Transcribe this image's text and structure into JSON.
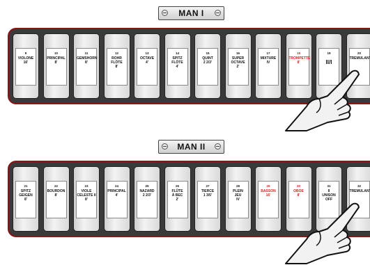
{
  "manual1": {
    "title": "MAN I",
    "tabs": [
      {
        "num": "9",
        "label": "VIOLONE\n16'",
        "red": false
      },
      {
        "num": "10",
        "label": "PRINCIPAL\n8'",
        "red": false
      },
      {
        "num": "11",
        "label": "GEMSHORN\n8'",
        "red": false
      },
      {
        "num": "12",
        "label": "ROHR\nFLÖTE\n8'",
        "red": false
      },
      {
        "num": "13",
        "label": "OCTAVE\n4'",
        "red": false
      },
      {
        "num": "14",
        "label": "SPITZ\nFLÖTE\n4'",
        "red": false
      },
      {
        "num": "15",
        "label": "QUINT\n2 2/3'",
        "red": false
      },
      {
        "num": "16",
        "label": "SUPER\nOCTAVE\n2'",
        "red": false
      },
      {
        "num": "17",
        "label": "MIXTURE\nIV",
        "red": false
      },
      {
        "num": "18",
        "label": "TROMPETTE\n8'",
        "red": true
      },
      {
        "num": "19",
        "label": "II/I",
        "red": false,
        "big": true
      },
      {
        "num": "20",
        "label": "TREMULANT",
        "red": false
      }
    ]
  },
  "manual2": {
    "title": "MAN II",
    "tabs": [
      {
        "num": "21",
        "label": "SPITZ\nGEIGEN\n8'",
        "red": false
      },
      {
        "num": "22",
        "label": "BOURDON\n8'",
        "red": false
      },
      {
        "num": "23",
        "label": "VIOLE\nCELESTE II\n8'",
        "red": false
      },
      {
        "num": "24",
        "label": "PRINCIPAL\n4'",
        "red": false
      },
      {
        "num": "25",
        "label": "NAZARD\n2 2/3'",
        "red": false
      },
      {
        "num": "26",
        "label": "FLÛTE\nÀ BEC\n2'",
        "red": false
      },
      {
        "num": "27",
        "label": "TIERCE\n1 3/5'",
        "red": false
      },
      {
        "num": "28",
        "label": "PLEIN\nJEU\nIV",
        "red": false
      },
      {
        "num": "29",
        "label": "BASSON\n16'",
        "red": true
      },
      {
        "num": "30",
        "label": "OBOE\n8'",
        "red": true
      },
      {
        "num": "31",
        "label": "II\nUNISON\nOFF",
        "red": false
      },
      {
        "num": "32",
        "label": "TREMULANT",
        "red": false
      }
    ]
  }
}
